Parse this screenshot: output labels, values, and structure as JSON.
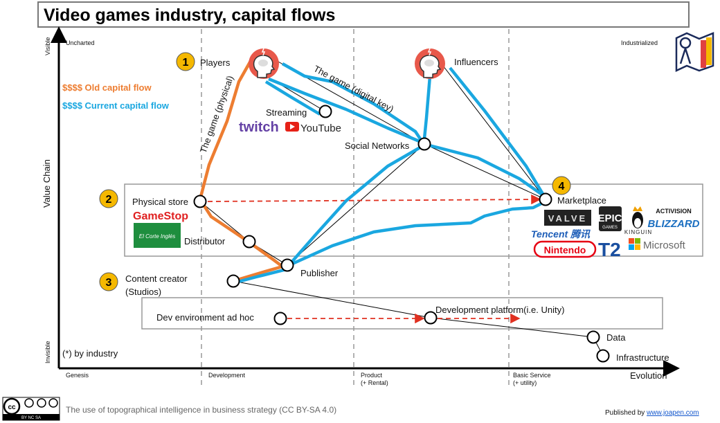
{
  "title": "Video games industry, capital flows",
  "axes": {
    "visible": "Visible",
    "invisible": "Invisible",
    "value_chain": "Value Chain",
    "uncharted": "Uncharted",
    "industrialized": "Industrialized",
    "evolution": "Evolution",
    "stages": [
      {
        "line1": "Genesis",
        "line2": ""
      },
      {
        "line1": "Development",
        "line2": ""
      },
      {
        "line1": "Product",
        "line2": "(+ Rental)"
      },
      {
        "line1": "Basic Service",
        "line2": "(+ utility)"
      }
    ]
  },
  "legend": {
    "old": "$$$$ Old capital flow",
    "current": "$$$$ Current capital flow",
    "old_color": "#ED7D31",
    "current_color": "#1AA7E0"
  },
  "badges": [
    "1",
    "2",
    "3",
    "4"
  ],
  "nodes": {
    "players": "Players",
    "influencers": "Influencers",
    "streaming": "Streaming",
    "social_networks": "Social Networks",
    "physical_store": "Physical store",
    "distributor": "Distributor",
    "publisher": "Publisher",
    "content_creator_1": "Content creator",
    "content_creator_2": "(Studios)",
    "marketplace": "Marketplace",
    "dev_env": "Dev environment ad hoc",
    "dev_platform": "Development platform(i.e. Unity)",
    "data": "Data",
    "infrastructure": "Infrastructure"
  },
  "edge_labels": {
    "physical": "The game (physical)",
    "digital": "The game (digital key)"
  },
  "logos": {
    "twitch": "twitch",
    "youtube": "YouTube",
    "gamestop": "GameStop",
    "elcorte": "El Corte Inglés",
    "valve": "VALVE",
    "epic": "EPIC",
    "epic_sub": "GAMES",
    "kinguin": "KINGUIN",
    "activision": "ACTIVISION",
    "blizzard": "BLIZZARD",
    "tencent": "Tencent 腾讯",
    "nintendo": "Nintendo",
    "t2": "T2",
    "microsoft": "Microsoft"
  },
  "note": "(*) by industry",
  "footer": {
    "license_text": "The use of topographical intelligence in business strategy (CC BY-SA 4.0)",
    "cc_labels": "BY  NC  SA",
    "published_by": "Published by ",
    "link": "www.joapen.com"
  }
}
